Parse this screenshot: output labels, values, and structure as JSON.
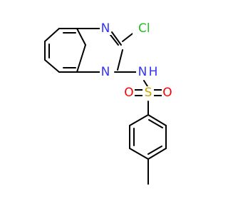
{
  "molecule": {
    "atoms": {
      "n_ring_top": "N",
      "n_ring_bottom": "N",
      "chlorine": "Cl",
      "sulfonamide_n": "N",
      "sulfonamide_h": "H",
      "sulfur": "S",
      "oxygen_left": "O",
      "oxygen_right": "O"
    }
  },
  "colors": {
    "bond": "#000000",
    "nitrogen": "#3333ff",
    "chlorine": "#1fc21f",
    "sulfur": "#c7a600",
    "oxygen": "#ff0000"
  }
}
